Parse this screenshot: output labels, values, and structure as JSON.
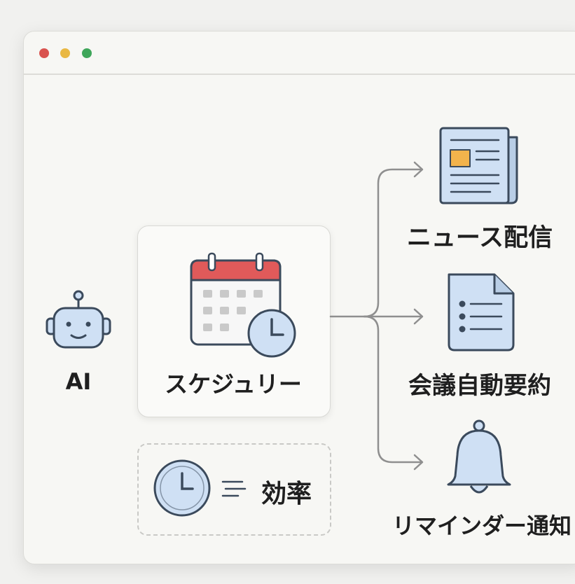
{
  "window": {
    "controls": [
      {
        "name": "close",
        "color": "#d9534f"
      },
      {
        "name": "minimize",
        "color": "#e9b843"
      },
      {
        "name": "maximize",
        "color": "#3fa65a"
      }
    ]
  },
  "source": {
    "label": "AI",
    "icon": "robot-icon"
  },
  "hub": {
    "label": "スケジュリー",
    "icon": "calendar-clock-icon"
  },
  "efficiency": {
    "label": "効率",
    "icon": "clock-speed-icon"
  },
  "outputs": [
    {
      "label": "ニュース配信",
      "icon": "newspaper-icon"
    },
    {
      "label": "会議自動要約",
      "icon": "document-list-icon"
    },
    {
      "label": "リマインダー通知",
      "icon": "bell-icon"
    }
  ],
  "colors": {
    "icon_fill": "#cfe0f4",
    "icon_stroke": "#3b4a5c",
    "calendar_header": "#e05a5a",
    "accent_orange": "#f2b34c",
    "connector": "#8f8f8f"
  }
}
